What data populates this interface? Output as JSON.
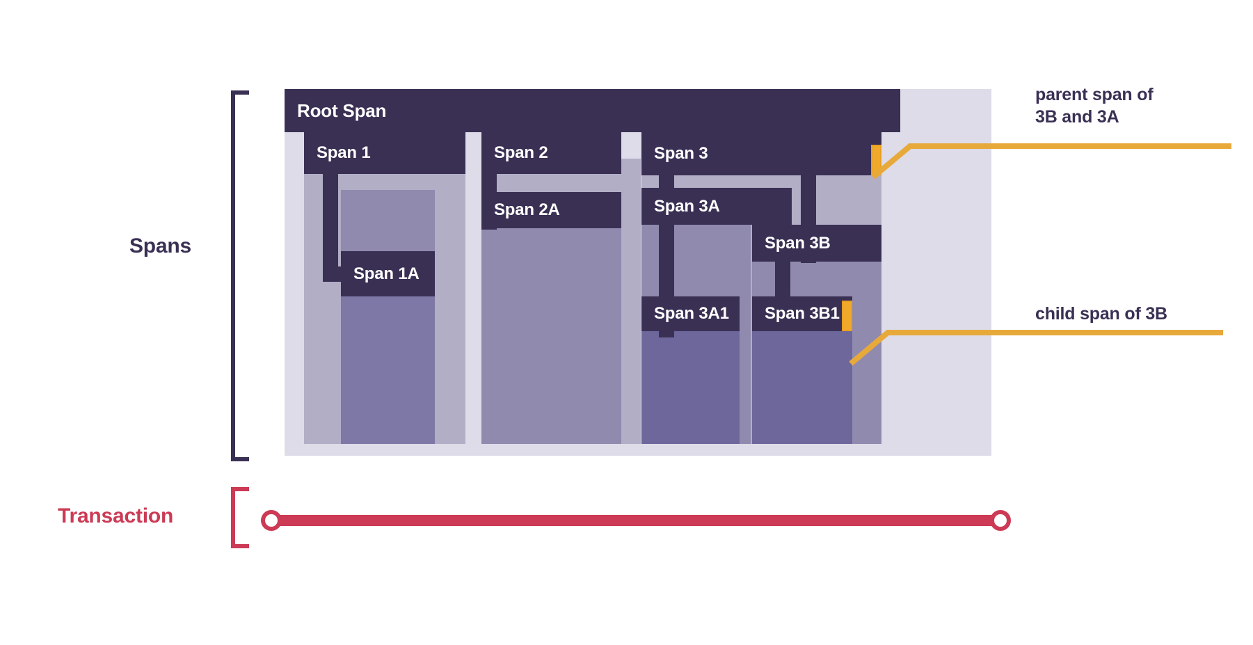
{
  "diagram": {
    "type": "distributed-tracing-span-hierarchy",
    "title": "Spans and Transaction trace diagram",
    "colors": {
      "dark_span": "#3A3054",
      "plate_level0": "#DDDCE8",
      "plate_level1": "#B2AEC6",
      "plate_level2": "#8F8AAE",
      "plate_level3": "#6E679C",
      "highlight_orange": "#F0A92B",
      "transaction_red": "#CC3A55"
    }
  },
  "labels": {
    "spans": "Spans",
    "transaction": "Transaction"
  },
  "spans": [
    {
      "id": "root",
      "label": "Root Span",
      "depth": 0
    },
    {
      "id": "s1",
      "label": "Span 1",
      "depth": 1,
      "parent": "root"
    },
    {
      "id": "s1a",
      "label": "Span 1A",
      "depth": 2,
      "parent": "s1"
    },
    {
      "id": "s2",
      "label": "Span 2",
      "depth": 1,
      "parent": "root"
    },
    {
      "id": "s2a",
      "label": "Span 2A",
      "depth": 2,
      "parent": "s2"
    },
    {
      "id": "s3",
      "label": "Span 3",
      "depth": 1,
      "parent": "root"
    },
    {
      "id": "s3a",
      "label": "Span 3A",
      "depth": 2,
      "parent": "s3"
    },
    {
      "id": "s3a1",
      "label": "Span 3A1",
      "depth": 3,
      "parent": "s3a"
    },
    {
      "id": "s3b",
      "label": "Span 3B",
      "depth": 2,
      "parent": "s3"
    },
    {
      "id": "s3b1",
      "label": "Span 3B1",
      "depth": 3,
      "parent": "s3b"
    }
  ],
  "annotations": [
    {
      "id": "parent-of-3b-3a",
      "text": "parent span of\n3B and 3A",
      "target_span": "s3",
      "marker": "highlight-orange"
    },
    {
      "id": "child-of-3b",
      "text": "child span of 3B",
      "target_span": "s3b1",
      "marker": "highlight-orange"
    }
  ],
  "transaction": {
    "start_marker": "circle",
    "end_marker": "circle",
    "bar_label": ""
  }
}
